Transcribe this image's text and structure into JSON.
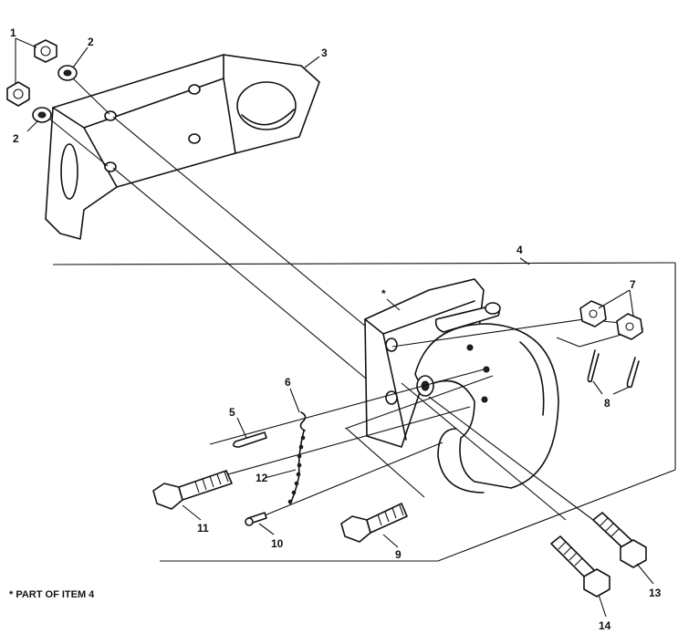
{
  "callouts": {
    "c1": "1",
    "c2a": "2",
    "c2b": "2",
    "c3": "3",
    "c4": "4",
    "c5": "5",
    "c6": "6",
    "c7": "7",
    "c8": "8",
    "c9": "9",
    "c10": "10",
    "c11": "11",
    "c12": "12",
    "c13": "13",
    "c14": "14",
    "star": "*"
  },
  "footnote": "*  PART OF ITEM 4",
  "colors": {
    "ink": "#111111",
    "paper": "#ffffff"
  },
  "icons": [
    "hex-nut-icon",
    "washer-icon",
    "bracket-icon",
    "pintle-hook-icon",
    "bolt-icon",
    "cotter-pin-icon",
    "chain-icon"
  ]
}
